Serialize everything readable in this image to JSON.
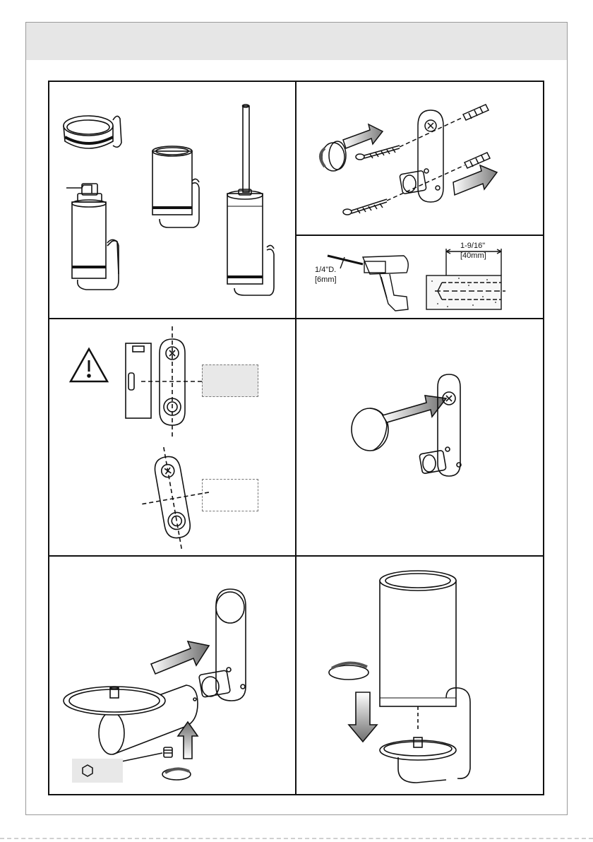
{
  "header": {
    "title": ""
  },
  "steps": {
    "drill": {
      "drill_bit_label": "1/4\"D.",
      "drill_bit_label_metric": "[6mm]",
      "depth_label": "1-9/16\"",
      "depth_label_metric": "[40mm]"
    }
  },
  "colors": {
    "header_bg": "#e6e6e6",
    "line": "#111111",
    "arrow": "#8c8c8c",
    "box_fill": "#e8e8e8"
  },
  "icons": [
    "warning-icon",
    "hex-key-icon",
    "rotate-arrow-icon",
    "push-arrow-icon",
    "drill-icon",
    "screw-icon",
    "wall-anchor-icon",
    "level-icon"
  ]
}
